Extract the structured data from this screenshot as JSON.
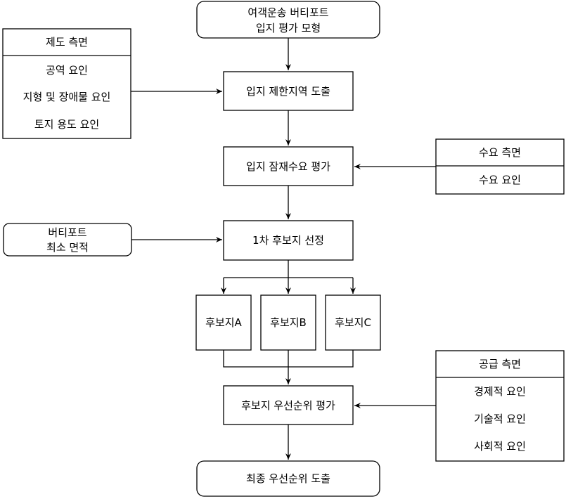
{
  "nodes": {
    "model": {
      "line1": "여객운송 버티포트",
      "line2": "입지 평가 모형"
    },
    "restricted": {
      "label": "입지 제한지역 도출"
    },
    "demand_eval": {
      "label": "입지 잠재수요 평가"
    },
    "first_select": {
      "label": "1차 후보지 선정"
    },
    "cand_a": {
      "label": "후보지A"
    },
    "cand_b": {
      "label": "후보지B"
    },
    "cand_c": {
      "label": "후보지C"
    },
    "priority_eval": {
      "label": "후보지 우선순위 평가"
    },
    "final": {
      "label": "최종 우선순위 도출"
    },
    "min_area": {
      "line1": "버티포트",
      "line2": "최소 면적"
    }
  },
  "panels": {
    "institution": {
      "header": "제도 측면",
      "items": [
        "공역 요인",
        "지형 및 장애물 요인",
        "토지 용도 요인"
      ]
    },
    "demand": {
      "header": "수요 측면",
      "items": [
        "수요 요인"
      ]
    },
    "supply": {
      "header": "공급 측면",
      "items": [
        "경제적 요인",
        "기술적 요인",
        "사회적 요인"
      ]
    }
  }
}
